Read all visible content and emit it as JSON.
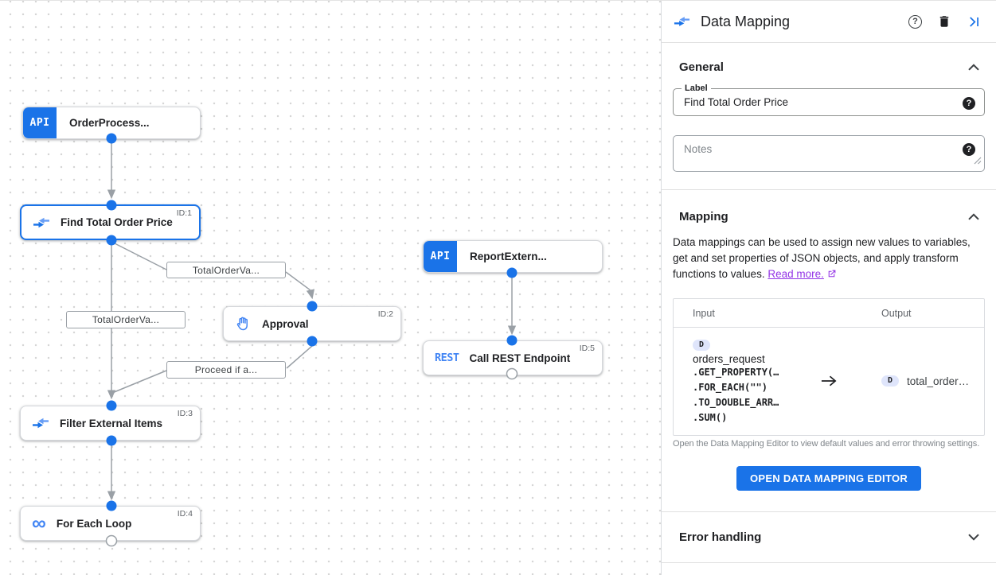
{
  "canvas": {
    "nodes": [
      {
        "label": "OrderProcess...",
        "badge": "API",
        "task_id": ""
      },
      {
        "label": "Find Total Order Price",
        "task_id": "ID:1"
      },
      {
        "label": "ReportExtern...",
        "badge": "API",
        "task_id": ""
      },
      {
        "label": "Approval",
        "task_id": "ID:2"
      },
      {
        "label": "Call REST Endpoint",
        "badge": "REST",
        "task_id": "ID:5"
      },
      {
        "label": "Filter External Items",
        "task_id": "ID:3"
      },
      {
        "label": "For Each Loop",
        "task_id": "ID:4"
      }
    ],
    "edge_labels": [
      "TotalOrderVa...",
      "TotalOrderVa...",
      "Proceed if a..."
    ],
    "icons": {
      "loop_glyph": "∞",
      "help_glyph": "?"
    }
  },
  "panel": {
    "header": {
      "title": "Data Mapping"
    },
    "general": {
      "title": "General",
      "label_field": {
        "label": "Label",
        "value": "Find Total Order Price"
      },
      "notes_field": {
        "placeholder": "Notes"
      }
    },
    "mapping": {
      "title": "Mapping",
      "description": "Data mappings can be used to assign new values to variables, get and set properties of JSON objects, and apply transform functions to values.",
      "read_more": "Read more.",
      "table": {
        "input_header": "Input",
        "output_header": "Output",
        "input": {
          "var_type": "D",
          "var_name": "orders_request",
          "functions": [
            ".GET_PROPERTY(…",
            ".FOR_EACH(\"\")",
            ".TO_DOUBLE_ARR…",
            ".SUM()"
          ]
        },
        "output": {
          "var_type": "D",
          "var_name": "total_order…"
        }
      },
      "helper_text": "Open the Data Mapping Editor to view default values and error throwing settings.",
      "button_label": "OPEN DATA MAPPING EDITOR"
    },
    "error_handling": {
      "title": "Error handling"
    }
  },
  "colors": {
    "accent": "#1a73e8",
    "icon_blue": "#4285f4",
    "icon_blue_light": "#669df6",
    "link_purple": "#9334e6",
    "edge_gray": "#9aa0a6",
    "chip_bg": "#dfe5fb"
  }
}
